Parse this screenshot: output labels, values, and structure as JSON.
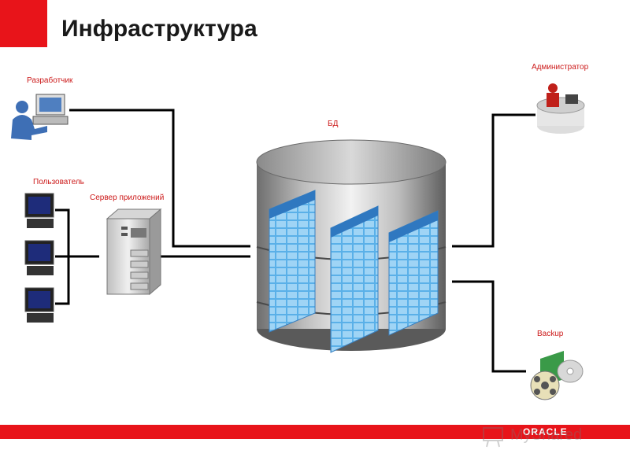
{
  "title": "Инфраструктура",
  "nodes": {
    "developer": "Разработчик",
    "user": "Пользователь",
    "app_server": "Сервер приложений",
    "db": "БД",
    "admin": "Администратор",
    "backup": "Backup"
  },
  "footer": {
    "brand": "ORACLE",
    "watermark": "MyShared"
  },
  "colors": {
    "accent_red": "#e8141a",
    "label_red": "#cc1a1a",
    "table_blue": "#5ab0e8"
  },
  "icons": [
    "developer-workstation-icon",
    "monitor-icon",
    "server-tower-icon",
    "database-cylinder-icon",
    "admin-desk-icon",
    "backup-tape-icon"
  ]
}
